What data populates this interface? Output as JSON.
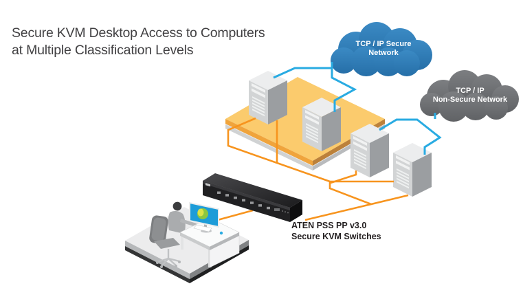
{
  "title": {
    "line1": "Secure KVM Desktop Access to Computers",
    "line2": "at Multiple Classification Levels"
  },
  "clouds": {
    "secure": {
      "line1": "TCP / IP Secure",
      "line2": "Network",
      "color": "#2d7cb8"
    },
    "non_secure": {
      "line1": "TCP / IP",
      "line2": "Non-Secure Network",
      "color": "#6d6f72"
    }
  },
  "kvm": {
    "label_line1": "ATEN PSS PP v3.0",
    "label_line2": "Secure KVM Switches"
  },
  "servers": {
    "secure_count": 2,
    "non_secure_count": 2
  },
  "colors": {
    "lan_link": "#29abe2",
    "kvm_link": "#f7941e",
    "secure_platform": "#fbcb6d",
    "title_text": "#414042"
  }
}
